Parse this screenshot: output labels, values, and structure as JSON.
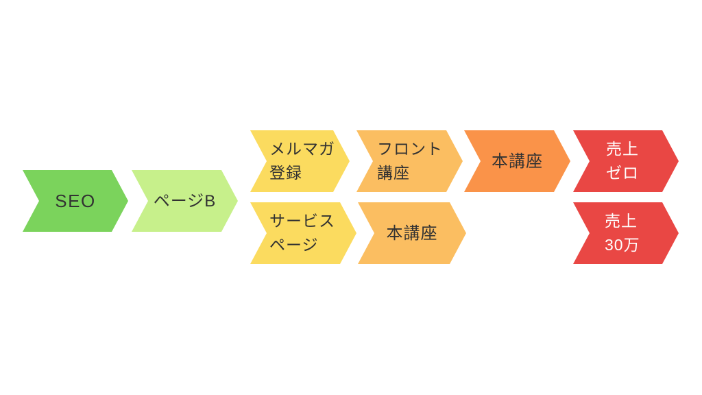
{
  "diagram": {
    "title": "sales-funnel-flow",
    "background": "#ffffff",
    "text_dark": "#323232",
    "text_light": "#ffffff",
    "arrows": [
      {
        "id": "seo",
        "lines": [
          "SEO"
        ],
        "color": "#7BD35C",
        "text_color": "#323232"
      },
      {
        "id": "page-b",
        "lines": [
          "ページB"
        ],
        "color": "#C7F08B",
        "text_color": "#323232"
      },
      {
        "id": "mailmag-signup",
        "lines": [
          "メルマガ",
          "登録"
        ],
        "color": "#FBDB5F",
        "text_color": "#323232"
      },
      {
        "id": "front-course",
        "lines": [
          "フロント",
          "講座"
        ],
        "color": "#FBBE61",
        "text_color": "#323232"
      },
      {
        "id": "main-course-top",
        "lines": [
          "本講座"
        ],
        "color": "#FA9349",
        "text_color": "#323232"
      },
      {
        "id": "sales-zero",
        "lines": [
          "売上",
          "ゼロ"
        ],
        "color": "#E94744",
        "text_color": "#FFFFFF"
      },
      {
        "id": "service-page",
        "lines": [
          "サービス",
          "ページ"
        ],
        "color": "#FBDB5F",
        "text_color": "#323232"
      },
      {
        "id": "main-course-bottom",
        "lines": [
          "本講座"
        ],
        "color": "#FBBE61",
        "text_color": "#323232"
      },
      {
        "id": "sales-300k",
        "lines": [
          "売上",
          "30万"
        ],
        "color": "#E94744",
        "text_color": "#FFFFFF"
      }
    ]
  }
}
